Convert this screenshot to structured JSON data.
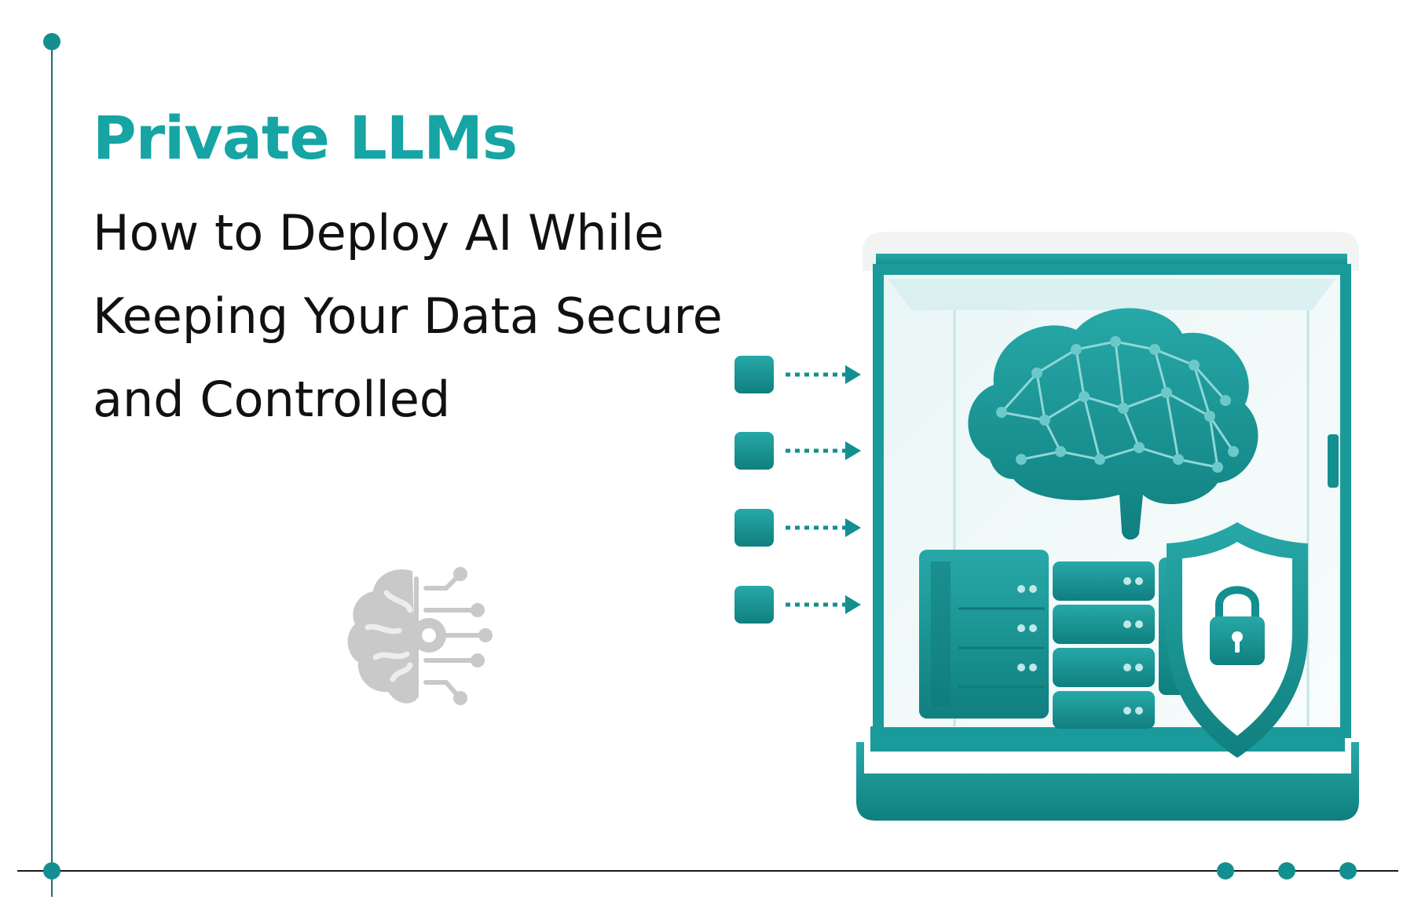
{
  "hero": {
    "title": "Private LLMs",
    "subtitle_lines": [
      "How to Deploy AI While",
      "Keeping Your Data Secure",
      "and Controlled"
    ]
  },
  "icons": {
    "decorative_left": "brain-circuit-icon",
    "illustration_brain": "neural-brain-icon",
    "illustration_shield": "shield-lock-icon",
    "illustration_servers": "server-rack-icon",
    "data_inputs": "data-block-arrow-icon"
  },
  "colors": {
    "accent": "#16a4a4",
    "teal_dark": "#138f8f",
    "text": "#111111",
    "icon_gray": "#c8c8c8"
  }
}
